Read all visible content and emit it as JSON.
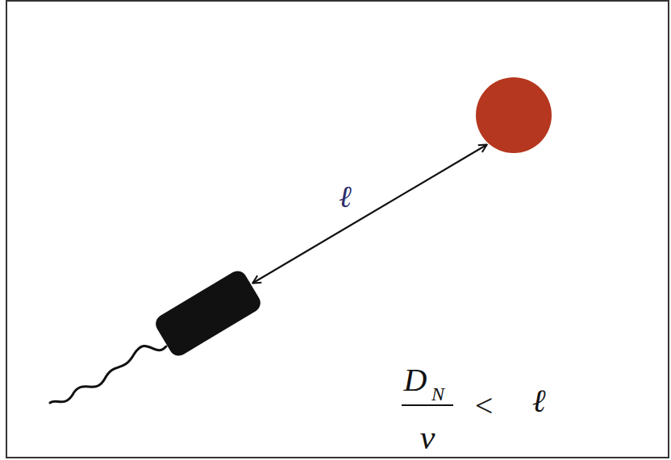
{
  "diagram": {
    "labels": [
      "ℓ",
      "D",
      "N",
      "ν",
      "<",
      "ℓ"
    ]
  }
}
